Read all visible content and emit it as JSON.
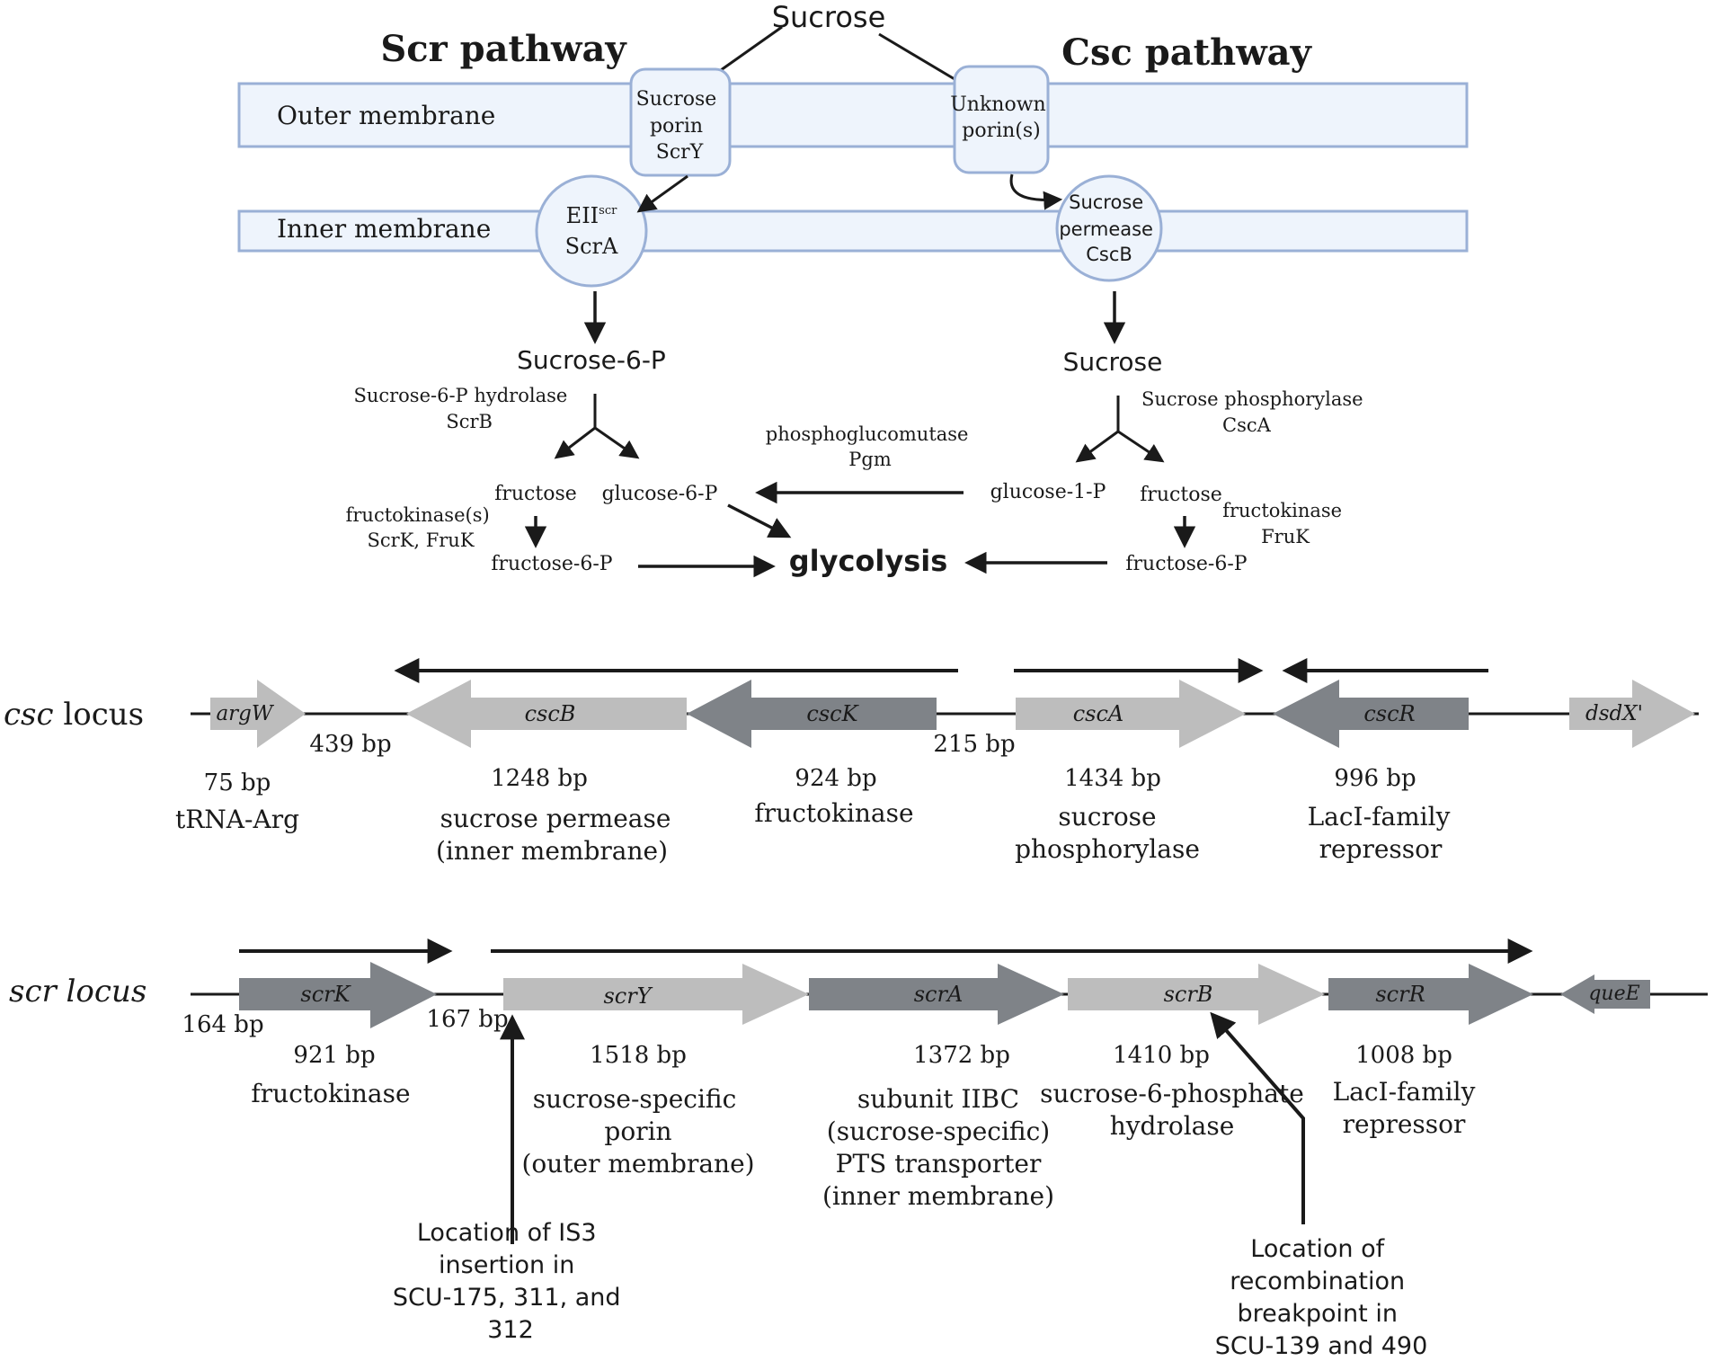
{
  "colors": {
    "membrane_fill": "#eef4fc",
    "membrane_stroke": "#9ab0d6",
    "gene_light": "#bdbdbd",
    "gene_dark": "#7f8388",
    "arrow": "#1a1a1a"
  },
  "pathway": {
    "sucrose_top": "Sucrose",
    "scr_title": "Scr pathway",
    "csc_title": "Csc pathway",
    "outer_membrane": "Outer membrane",
    "inner_membrane": "Inner membrane",
    "scry_porin": [
      "Sucrose",
      "porin",
      "ScrY"
    ],
    "unknown_porin": [
      "Unknown",
      "porin(s)"
    ],
    "eii_main": "EII",
    "eii_sup": "scr",
    "eii_line2": "ScrA",
    "cscb_permease": [
      "Sucrose",
      "permease",
      "CscB"
    ],
    "sucrose6p": "Sucrose-6-P",
    "scrb_enzyme": [
      "Sucrose-6-P hydrolase",
      "ScrB"
    ],
    "fructose_left": "fructose",
    "glucose6p": "glucose-6-P",
    "fructokinases_left": [
      "fructokinase(s)",
      "ScrK, FruK"
    ],
    "fructose6p_left": "fructose-6-P",
    "glycolysis": "glycolysis",
    "pgm": [
      "phosphoglucomutase",
      "Pgm"
    ],
    "sucrose_right": "Sucrose",
    "csca_enzyme": [
      "Sucrose phosphorylase",
      "CscA"
    ],
    "glucose1p": "glucose-1-P",
    "fructose_right": "fructose",
    "fruk_right": [
      "fructokinase",
      "FruK"
    ],
    "fructose6p_right": "fructose-6-P"
  },
  "csc_locus": {
    "label_italic": "csc",
    "label_rest": " locus",
    "genes": [
      {
        "name": "argW",
        "dir": "right",
        "shade": "light"
      },
      {
        "name": "cscB",
        "dir": "left",
        "shade": "light"
      },
      {
        "name": "cscK",
        "dir": "left",
        "shade": "dark"
      },
      {
        "name": "cscA",
        "dir": "right",
        "shade": "light"
      },
      {
        "name": "cscR",
        "dir": "left",
        "shade": "dark"
      },
      {
        "name": "dsdX'",
        "dir": "right",
        "shade": "light"
      }
    ],
    "spacers": [
      "439 bp",
      "215 bp"
    ],
    "descriptions": [
      {
        "size": "75 bp",
        "lines": [
          "tRNA-Arg"
        ]
      },
      {
        "size": "1248 bp",
        "lines": [
          "sucrose permease",
          "(inner membrane)"
        ]
      },
      {
        "size": "924 bp",
        "lines": [
          "fructokinase"
        ]
      },
      {
        "size": "1434 bp",
        "lines": [
          "sucrose",
          "phosphorylase"
        ]
      },
      {
        "size": "996 bp",
        "lines": [
          "LacI-family",
          "repressor"
        ]
      }
    ]
  },
  "scr_locus": {
    "label": "scr locus",
    "genes": [
      {
        "name": "scrK",
        "dir": "right",
        "shade": "dark"
      },
      {
        "name": "scrY",
        "dir": "right",
        "shade": "light"
      },
      {
        "name": "scrA",
        "dir": "right",
        "shade": "dark"
      },
      {
        "name": "scrB",
        "dir": "right",
        "shade": "light"
      },
      {
        "name": "scrR",
        "dir": "right",
        "shade": "dark"
      },
      {
        "name": "queE",
        "dir": "left",
        "shade": "dark"
      }
    ],
    "spacers": [
      "164 bp",
      "167 bp"
    ],
    "descriptions": [
      {
        "size": "921 bp",
        "lines": [
          "fructokinase"
        ]
      },
      {
        "size": "1518 bp",
        "lines": [
          "sucrose-specific",
          "porin",
          "(outer membrane)"
        ]
      },
      {
        "size": "1372 bp",
        "lines": [
          "subunit IIBC",
          "(sucrose-specific)",
          "PTS transporter",
          "(inner membrane)"
        ]
      },
      {
        "size": "1410 bp",
        "lines": [
          "sucrose-6-phosphate",
          "hydrolase"
        ]
      },
      {
        "size": "1008 bp",
        "lines": [
          "LacI-family",
          "repressor"
        ]
      }
    ],
    "is3_note": [
      "Location of IS3",
      "insertion in",
      "SCU-175, 311, and",
      "312"
    ],
    "recomb_note": [
      "Location of",
      "recombination",
      "breakpoint in",
      "SCU-139 and 490"
    ]
  }
}
